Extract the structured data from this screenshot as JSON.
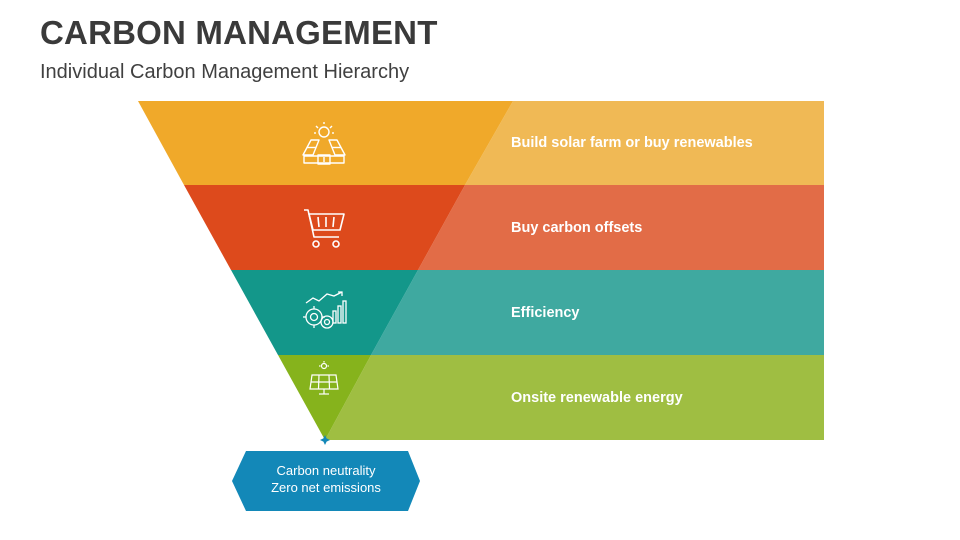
{
  "title": "CARBON MANAGEMENT",
  "subtitle": "Individual Carbon Management Hierarchy",
  "levels": [
    {
      "label": "Build solar farm or buy renewables",
      "icon": "solar-farm-icon",
      "color": "#f0a92a",
      "band_color": "#f0b955"
    },
    {
      "label": "Buy carbon offsets",
      "icon": "shopping-cart-icon",
      "color": "#dd4a1c",
      "band_color": "#e26c47"
    },
    {
      "label": "Efficiency",
      "icon": "efficiency-gears-chart-icon",
      "color": "#13978a",
      "band_color": "#3fa9a0"
    },
    {
      "label": "Onsite renewable energy",
      "icon": "solar-panel-icon",
      "color": "#86b31c",
      "band_color": "#9fbe42"
    }
  ],
  "result": {
    "line1": "Carbon neutrality",
    "line2": "Zero net emissions",
    "color": "#1388b8"
  }
}
